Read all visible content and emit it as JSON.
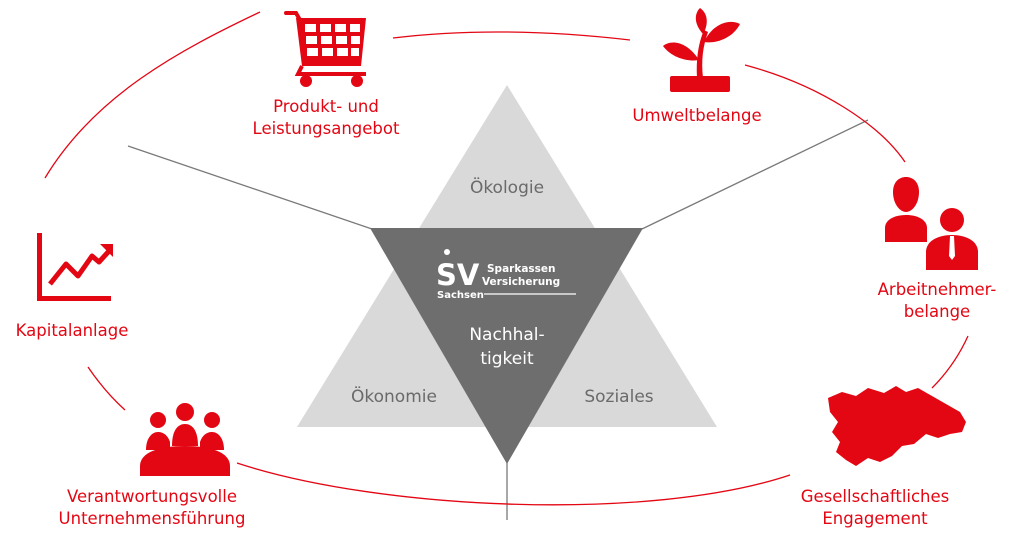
{
  "accent_color": "#e30613",
  "triangle": {
    "segments": {
      "top": "Ökologie",
      "left": "Ökonomie",
      "right": "Soziales"
    },
    "center": [
      "Nachhal-",
      "tigkeit"
    ]
  },
  "logo": {
    "brand_line_1": "Sparkassen",
    "brand_line_2": "Versicherung",
    "region": "Sachsen"
  },
  "topics": [
    {
      "icon": "shopping-cart-icon",
      "lines": [
        "Produkt- und",
        "Leistungsangebot"
      ]
    },
    {
      "icon": "plant-icon",
      "lines": [
        "Umweltbelange"
      ]
    },
    {
      "icon": "employees-icon",
      "lines": [
        "Arbeitnehmer-",
        "belange"
      ]
    },
    {
      "icon": "saxony-map-icon",
      "lines": [
        "Gesellschaftliches",
        "Engagement"
      ]
    },
    {
      "icon": "team-meeting-icon",
      "lines": [
        "Verantwortungsvolle",
        "Unternehmensführung"
      ]
    },
    {
      "icon": "rising-chart-icon",
      "lines": [
        "Kapitalanlage"
      ]
    }
  ]
}
